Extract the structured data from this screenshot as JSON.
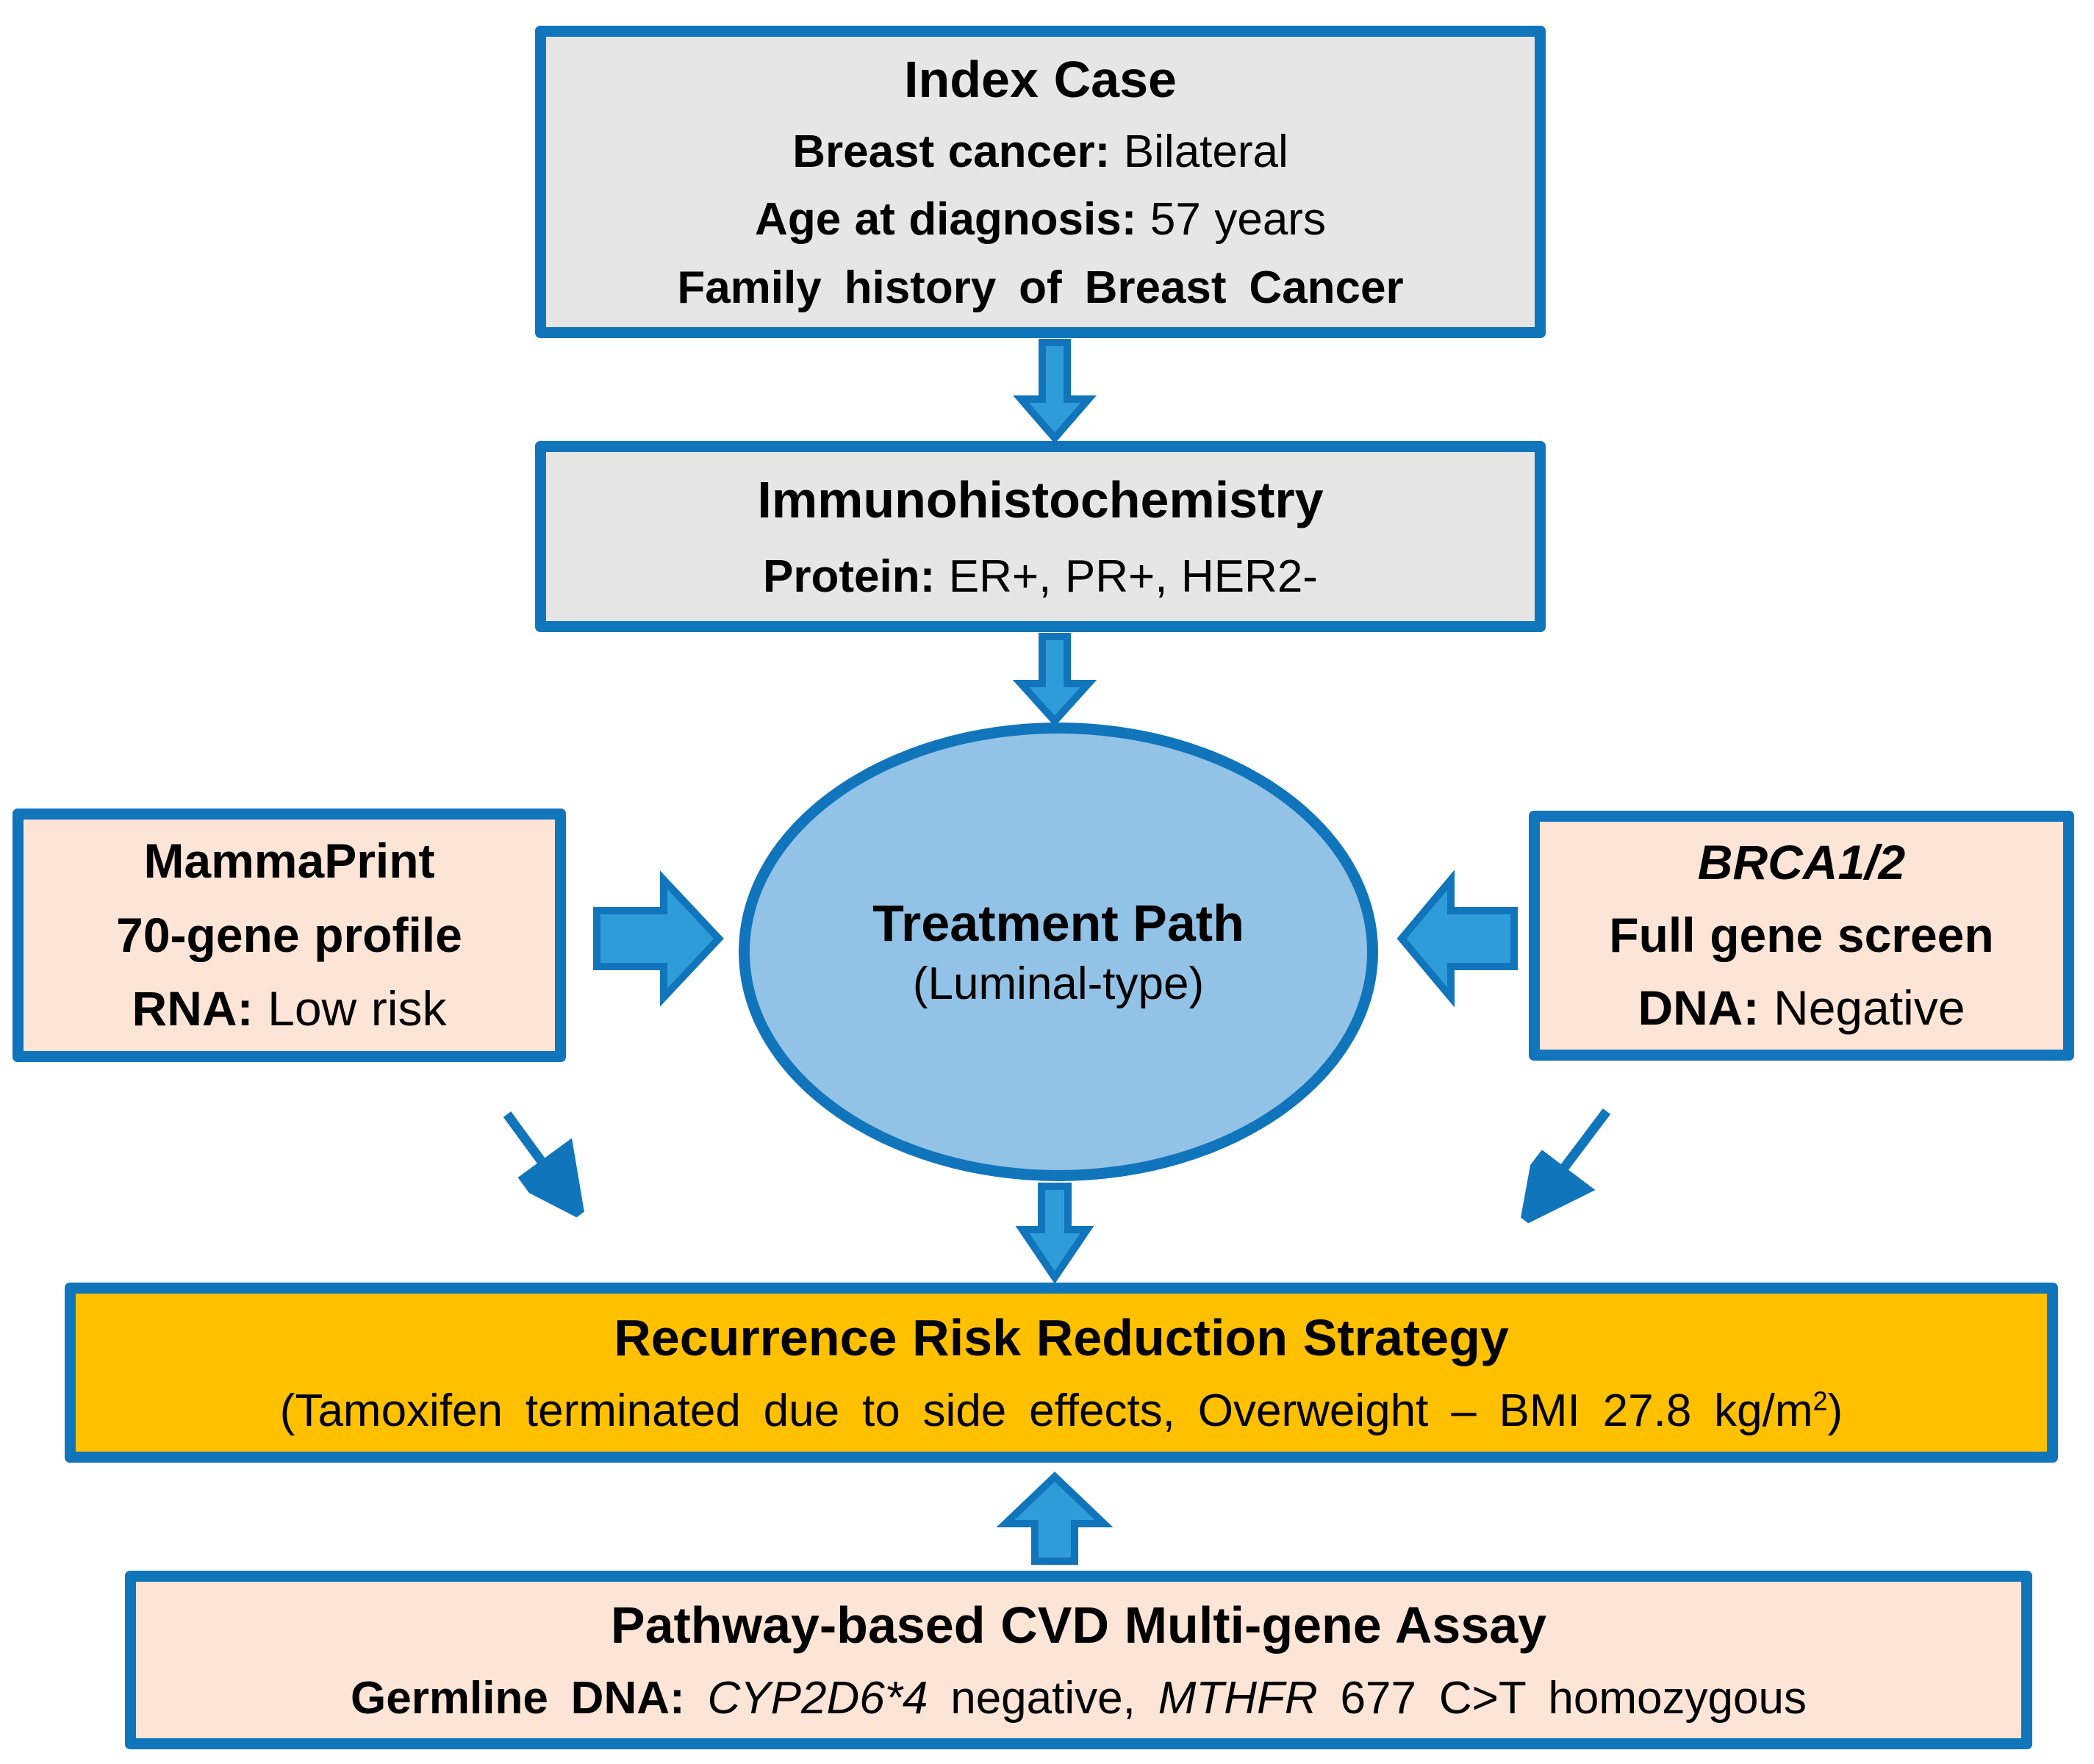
{
  "colors": {
    "border_blue": "#1175BC",
    "arrow_fill": "#2E9CD9",
    "ellipse_fill": "#93C2E7",
    "gray_fill": "#E7E6E6",
    "peach_fill": "#FCE4D6",
    "gold_fill": "#FFC000",
    "text": "#000000"
  },
  "index_case_box": {
    "title": "Index Case",
    "breast_cancer_label": "Breast cancer:",
    "breast_cancer_value": " Bilateral",
    "age_label": "Age at diagnosis:",
    "age_value": " 57 years",
    "family_history": "Family history of Breast Cancer"
  },
  "ihc_box": {
    "title": "Immunohistochemistry",
    "protein_label": "Protein:",
    "protein_value": " ER+, PR+, HER2-"
  },
  "treatment_ellipse": {
    "title": "Treatment Path",
    "subtitle": "(Luminal-type)"
  },
  "mammaprint_box": {
    "title": "MammaPrint",
    "profile_line": "70-gene profile",
    "rna_label": "RNA:",
    "rna_value": " Low risk"
  },
  "brca_box": {
    "title": "BRCA1/2",
    "screen_line": "Full gene screen",
    "dna_label": "DNA:",
    "dna_value": " Negative"
  },
  "strategy_box": {
    "title": "Recurrence Risk Reduction Strategy",
    "subtitle_pre": "(Tamoxifen terminated due to side effects, Overweight – BMI 27.8 kg/m",
    "subtitle_sup": "2",
    "subtitle_post": ")"
  },
  "cvd_box": {
    "title": "Pathway-based CVD Multi-gene Assay",
    "germline_label": "Germline DNA:",
    "gene1": " CYP2D6*4",
    "negative_text": " negative,",
    "gene2": " MTHFR",
    "tail_text": " 677 C>T homozygous"
  }
}
